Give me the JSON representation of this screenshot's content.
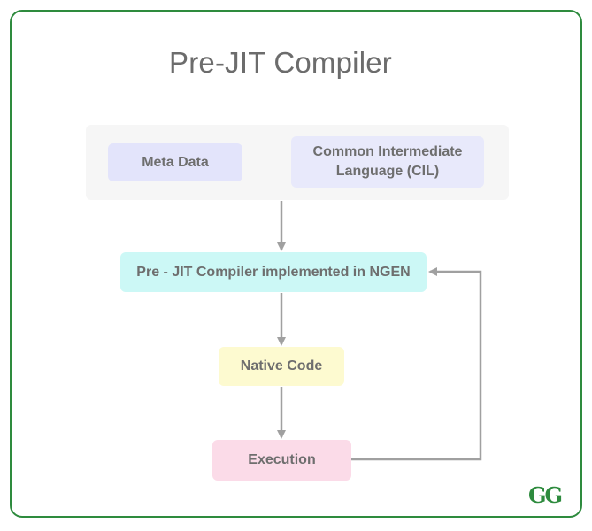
{
  "title": "Pre-JIT Compiler",
  "nodes": {
    "meta_data": "Meta Data",
    "cil_line1": "Common Intermediate",
    "cil_line2": "Language (CIL)",
    "prejit": "Pre - JIT Compiler implemented in NGEN",
    "native_code": "Native Code",
    "execution": "Execution"
  },
  "logo": "GG",
  "colors": {
    "frame": "#2e8b3e",
    "title": "#6c6c6c",
    "meta_bg": "#e3e4fb",
    "cil_bg": "#e8e9fb",
    "prejit_bg": "#ccf8f6",
    "native_bg": "#fdfad0",
    "execution_bg": "#fbdbe8",
    "arrow": "#a0a0a0"
  }
}
